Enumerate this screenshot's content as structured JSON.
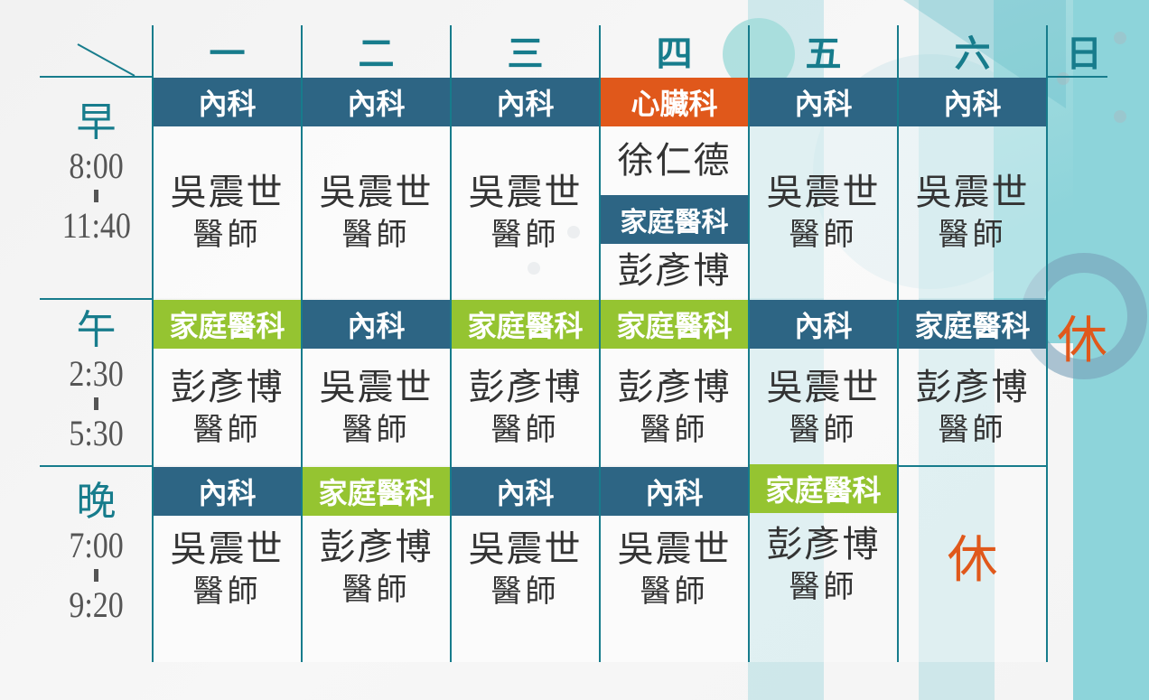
{
  "header": {
    "corner_symbol": "＼",
    "days": [
      "一",
      "二",
      "三",
      "四",
      "五",
      "六",
      "日"
    ]
  },
  "periods": [
    {
      "name": "早",
      "start": "8:00",
      "end": "11:40"
    },
    {
      "name": "午",
      "start": "2:30",
      "end": "5:30"
    },
    {
      "name": "晚",
      "start": "7:00",
      "end": "9:20"
    }
  ],
  "doctor_title": "醫師",
  "closed_label": "休",
  "colors": {
    "teal_line": "#177c8c",
    "internal": "#2d6584",
    "family": "#95c431",
    "cardio": "#e0581b",
    "sunday_bg": "#8dd4da"
  },
  "schedule": {
    "morning": [
      {
        "day": "一",
        "dept": "內科",
        "doctor": "吳震世",
        "title": "醫師"
      },
      {
        "day": "二",
        "dept": "內科",
        "doctor": "吳震世",
        "title": "醫師"
      },
      {
        "day": "三",
        "dept": "內科",
        "doctor": "吳震世",
        "title": "醫師"
      },
      {
        "day": "四",
        "dept": "心臟科",
        "doctor": "徐仁德",
        "dept2": "家庭醫科",
        "doctor2": "彭彥博"
      },
      {
        "day": "五",
        "dept": "內科",
        "doctor": "吳震世",
        "title": "醫師"
      },
      {
        "day": "六",
        "dept": "內科",
        "doctor": "吳震世",
        "title": "醫師"
      }
    ],
    "afternoon": [
      {
        "day": "一",
        "dept": "家庭醫科",
        "doctor": "彭彥博",
        "title": "醫師"
      },
      {
        "day": "二",
        "dept": "內科",
        "doctor": "吳震世",
        "title": "醫師"
      },
      {
        "day": "三",
        "dept": "家庭醫科",
        "doctor": "彭彥博",
        "title": "醫師"
      },
      {
        "day": "四",
        "dept": "家庭醫科",
        "doctor": "彭彥博",
        "title": "醫師"
      },
      {
        "day": "五",
        "dept": "內科",
        "doctor": "吳震世",
        "title": "醫師"
      },
      {
        "day": "六",
        "dept": "家庭醫科",
        "doctor": "彭彥博",
        "title": "醫師"
      }
    ],
    "evening": [
      {
        "day": "一",
        "dept": "內科",
        "doctor": "吳震世",
        "title": "醫師"
      },
      {
        "day": "二",
        "dept": "家庭醫科",
        "doctor": "彭彥博",
        "title": "醫師"
      },
      {
        "day": "三",
        "dept": "內科",
        "doctor": "吳震世",
        "title": "醫師"
      },
      {
        "day": "四",
        "dept": "內科",
        "doctor": "吳震世",
        "title": "醫師"
      },
      {
        "day": "五",
        "dept": "家庭醫科",
        "doctor": "彭彥博",
        "title": "醫師"
      },
      {
        "day": "六",
        "closed": "休"
      }
    ],
    "sunday": "休"
  }
}
